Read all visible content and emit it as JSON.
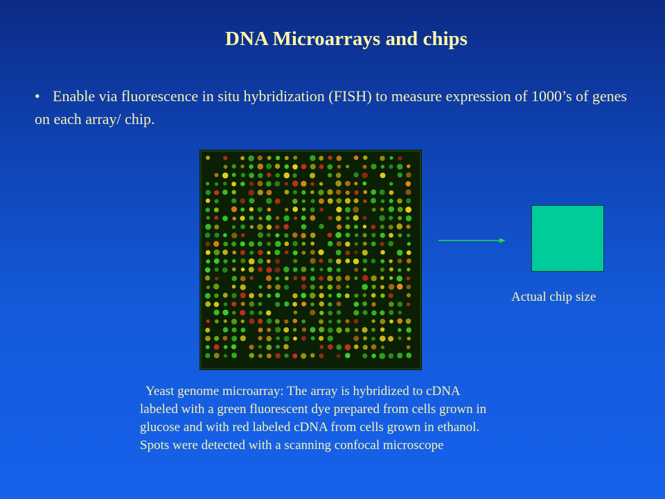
{
  "slide": {
    "title": "DNA Microarrays and chips",
    "bullet": {
      "marker": "•",
      "text": "Enable via fluorescence in situ hybridization (FISH) to measure expression of 1000’s of genes on each array/ chip."
    },
    "chip_label": "Actual chip size",
    "caption_lines": [
      "Yeast genome microarray: The array is hybridized to cDNA",
      "labeled with a green fluorescent dye prepared from cells grown in",
      "glucose and with red labeled cDNA from cells grown in ethanol.",
      "Spots were detected with a scanning confocal microscope"
    ]
  },
  "colors": {
    "background_top": "#0c2b86",
    "background_bottom": "#1662ec",
    "text": "#fcf7a8",
    "chip": "#00cc99",
    "arrow": "#22dd44",
    "spot_green": "#3fcf2a",
    "spot_yellow": "#e8d21a",
    "spot_orange": "#e88a18",
    "spot_red": "#c8301a"
  }
}
